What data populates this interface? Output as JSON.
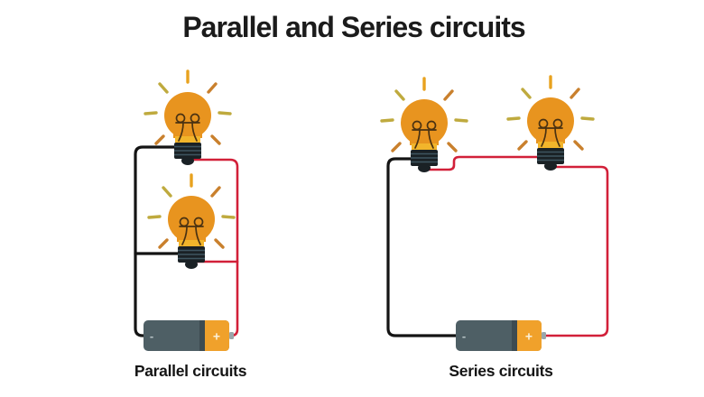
{
  "title": "Parallel and Series circuits",
  "circuits": {
    "parallel": {
      "label": "Parallel circuits",
      "bulb_count": 2,
      "battery": {
        "plus": "+",
        "minus": "-"
      }
    },
    "series": {
      "label": "Series circuits",
      "bulb_count": 2,
      "battery": {
        "plus": "+",
        "minus": "-"
      }
    }
  },
  "icons": {
    "bulb": "lightbulb-on-icon",
    "battery": "battery-icon"
  },
  "colors": {
    "background": "#FFFFFF",
    "title_text": "#1B1B1B",
    "bulb_glass": "#E8941F",
    "bulb_band": "#F2B52B",
    "bulb_base": "#1A2125",
    "battery_body": "#4E5F65",
    "battery_band": "#3D4B51",
    "battery_cap": "#F0A12B",
    "battery_nub": "#9AA6A9",
    "wire_black": "#141414",
    "wire_red": "#D22039",
    "ray_orange": "#E8A21F",
    "ray_brown": "#C9802D",
    "ray_olive": "#BFAA3E"
  }
}
